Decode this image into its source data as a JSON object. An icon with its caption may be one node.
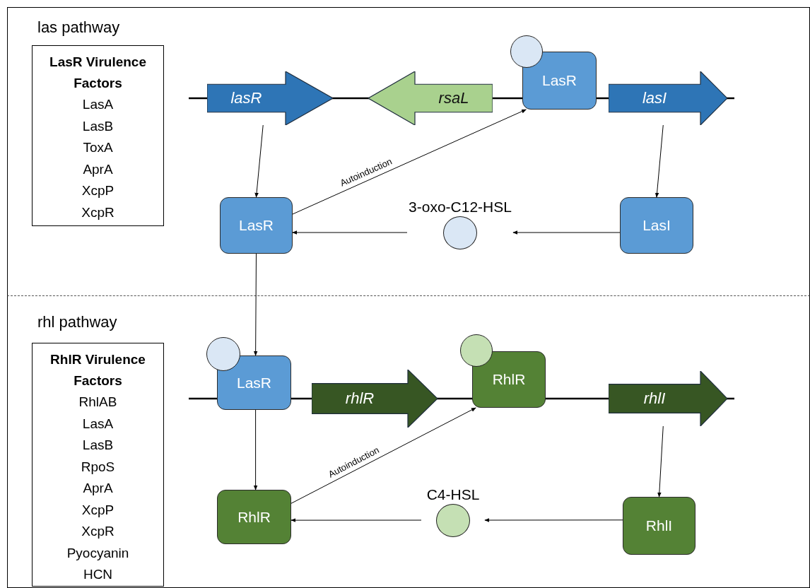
{
  "diagram": {
    "nodes": [
      {
        "text": [
          "las pathway"
        ]
      },
      {
        "text": [
          "LasR Virulence Factors",
          "LasA",
          "LasB",
          "ToxA",
          "AprA",
          "XcpP",
          "XcpR"
        ],
        "in": 0
      },
      {
        "text": [
          "lasR"
        ],
        "in": 0
      },
      {
        "text": [
          "rsaL"
        ],
        "in": 0
      },
      {
        "text": [
          "LasR"
        ],
        "in": 0
      },
      {
        "text": [],
        "shape": "circle",
        "in": 0
      },
      {
        "text": [
          "lasI"
        ],
        "in": 0
      },
      {
        "text": [
          "LasR"
        ],
        "in": 0
      },
      {
        "text": [
          "3-oxo-C12-HSL"
        ],
        "in": 0
      },
      {
        "text": [
          "LasI"
        ],
        "in": 0
      },
      {
        "text": [
          "rhl pathway"
        ]
      },
      {
        "text": [
          "RhlR Virulence Factors",
          "RhlAB",
          "LasA",
          "LasB",
          "RpoS",
          "AprA",
          "XcpP",
          "XcpR",
          "Pyocyanin",
          "HCN"
        ],
        "in": 10
      },
      {
        "text": [
          "LasR"
        ],
        "in": 10
      },
      {
        "text": [],
        "shape": "circle",
        "in": 10
      },
      {
        "text": [
          "rhlR"
        ],
        "in": 10
      },
      {
        "text": [
          "RhlR"
        ],
        "in": 10
      },
      {
        "text": [],
        "shape": "circle",
        "in": 10
      },
      {
        "text": [
          "rhlI"
        ],
        "in": 10
      },
      {
        "text": [
          "RhlR"
        ],
        "in": 10
      },
      {
        "text": [
          "C4-HSL"
        ],
        "in": 10
      },
      {
        "text": [
          "RhlI"
        ],
        "in": 10
      }
    ],
    "edges": [
      {
        "from": 2,
        "to": 7,
        "arrow": "to"
      },
      {
        "from": 6,
        "to": 9,
        "arrow": "to"
      },
      {
        "from": 9,
        "to": 8,
        "arrow": "to"
      },
      {
        "from": 8,
        "to": 7,
        "arrow": "to"
      },
      {
        "from": 7,
        "to": 4,
        "arrow": "to",
        "label": "Autoinduction"
      },
      {
        "from": 7,
        "to": 12,
        "arrow": "to"
      },
      {
        "from": 12,
        "to": 18,
        "arrow": "to"
      },
      {
        "from": 17,
        "to": 20,
        "arrow": "to"
      },
      {
        "from": 20,
        "to": 19,
        "arrow": "to"
      },
      {
        "from": 19,
        "to": 18,
        "arrow": "to"
      },
      {
        "from": 18,
        "to": 15,
        "arrow": "to",
        "label": "Autoinduction"
      }
    ]
  }
}
